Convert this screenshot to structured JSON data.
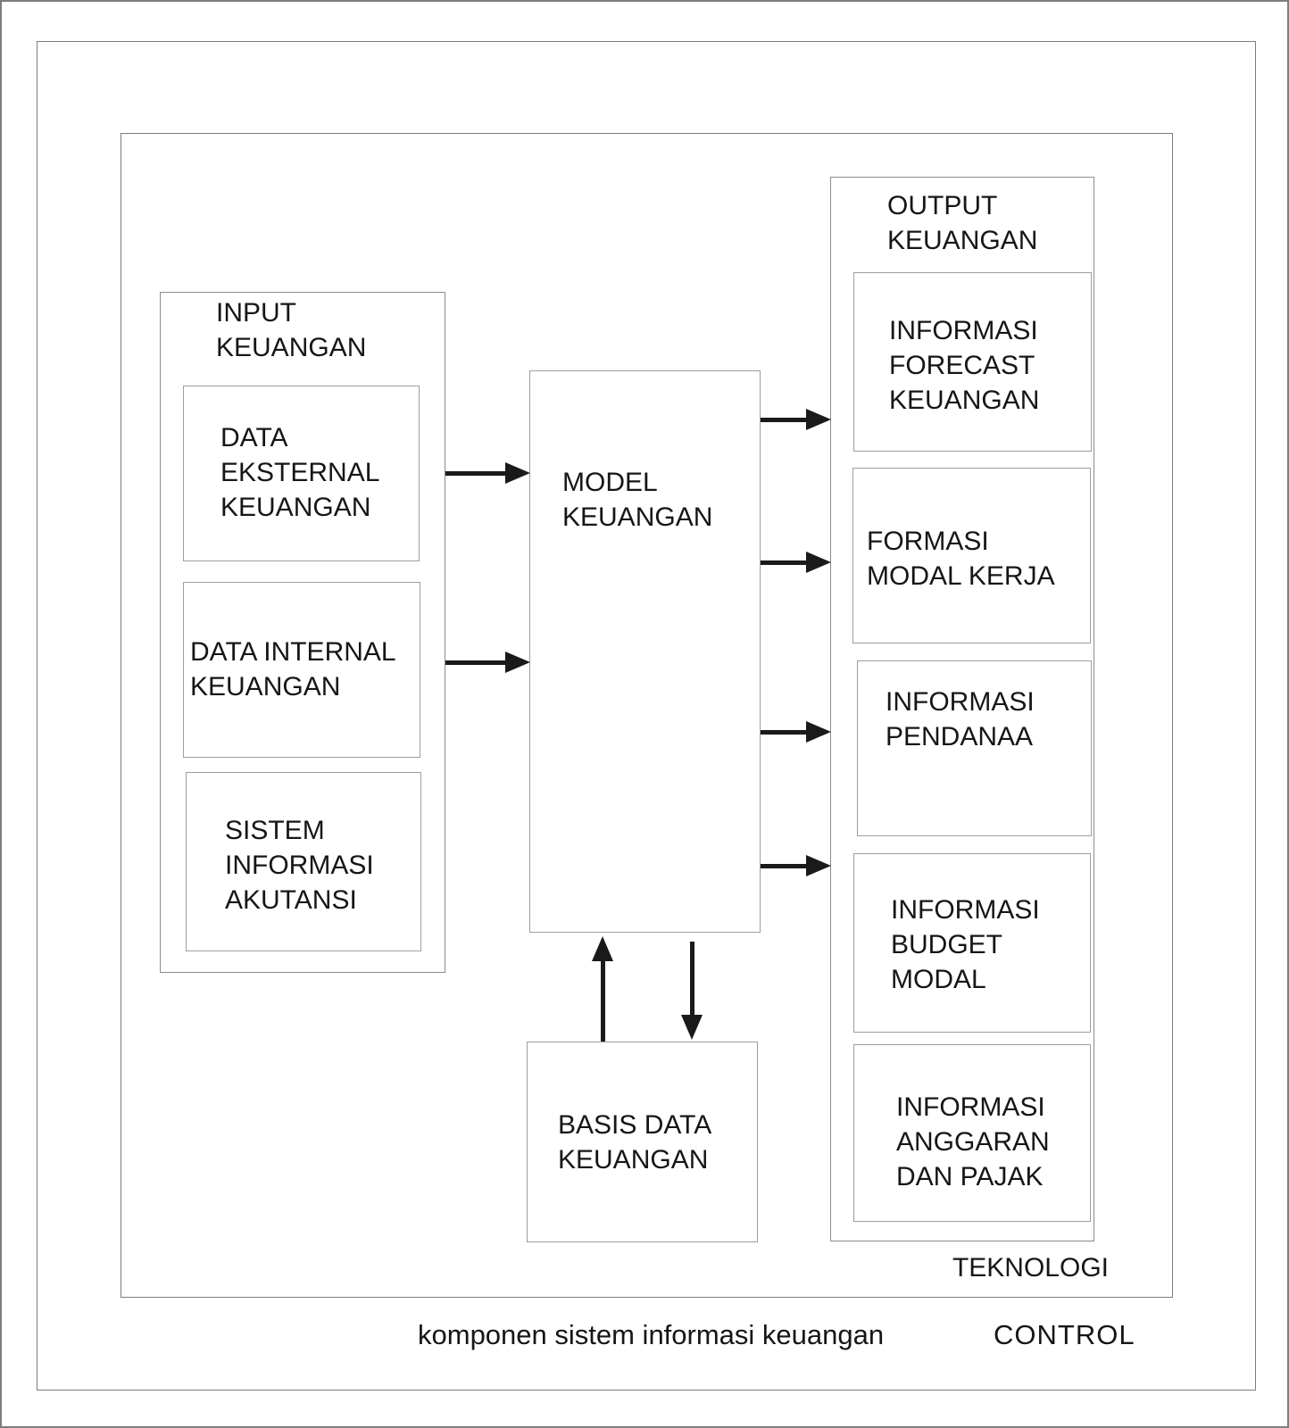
{
  "diagram_title": "komponen sistem informasi keuangan",
  "colors": {
    "background": "#ffffff",
    "frame_border": "#7d7d7d",
    "box_border": "#9e9e9e",
    "text": "#161616",
    "arrow": "#1a1a1a"
  },
  "input_group": {
    "title": "INPUT\nKEUANGAN",
    "boxes": [
      {
        "label": "DATA\nEKSTERNAL\nKEUANGAN"
      },
      {
        "label": "DATA INTERNAL\nKEUANGAN"
      },
      {
        "label": "SISTEM\nINFORMASI\nAKUTANSI"
      }
    ]
  },
  "model_box": {
    "label": "MODEL\nKEUANGAN"
  },
  "database_box": {
    "label": "BASIS DATA\nKEUANGAN"
  },
  "output_group": {
    "title": "OUTPUT\nKEUANGAN",
    "boxes": [
      {
        "label": "INFORMASI\nFORECAST\nKEUANGAN"
      },
      {
        "label": "FORMASI\nMODAL KERJA"
      },
      {
        "label": "INFORMASI\nPENDANAA"
      },
      {
        "label": "INFORMASI\nBUDGET\nMODAL"
      },
      {
        "label": "INFORMASI\nANGGARAN\nDAN PAJAK"
      }
    ]
  },
  "footer": {
    "teknologi_label": "TEKNOLOGI",
    "caption": "komponen sistem informasi keuangan",
    "control_label": "CONTROL"
  }
}
